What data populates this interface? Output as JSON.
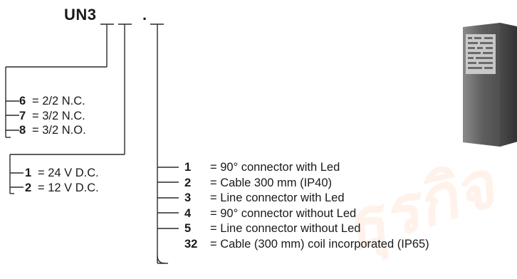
{
  "diagram": {
    "title": "UN3",
    "dot": "."
  },
  "voltage_options": [
    {
      "code": "1",
      "label": "= 24 V D.C."
    },
    {
      "code": "2",
      "label": "= 12 V D.C."
    }
  ],
  "valve_options": [
    {
      "code": "6",
      "label": "= 2/2  N.C."
    },
    {
      "code": "7",
      "label": "= 3/2  N.C."
    },
    {
      "code": "8",
      "label": "= 3/2  N.O."
    }
  ],
  "connector_options": [
    {
      "code": "1",
      "label": "= 90° connector with Led"
    },
    {
      "code": "2",
      "label": "= Cable 300 mm (IP40)"
    },
    {
      "code": "3",
      "label": "= Line connector with Led"
    },
    {
      "code": "4",
      "label": "= 90° connector without Led"
    },
    {
      "code": "5",
      "label": "= Line connector without Led"
    },
    {
      "code": "32",
      "label": "= Cable (300 mm) coil incorporated (IP65)"
    }
  ],
  "colors": {
    "line": "#2a2a2a",
    "watermark": "#ffe8dc",
    "product": "#6b6b6b"
  },
  "icons": {
    "product_image": "solenoid-coil-photo"
  }
}
